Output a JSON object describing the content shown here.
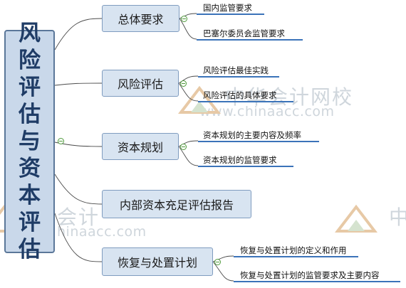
{
  "mindmap": {
    "root": {
      "label": "风险评估与资本评估"
    },
    "branches": [
      {
        "label": "总体要求",
        "children": [
          "国内监管要求",
          "巴塞尔委员会监管要求"
        ]
      },
      {
        "label": "风险评估",
        "children": [
          "风险评估最佳实践",
          "风险评估的具体要求"
        ]
      },
      {
        "label": "资本规划",
        "children": [
          "资本规划的主要内容及频率",
          "资本规划的监管要求"
        ]
      },
      {
        "label": "内部资本充足评估报告",
        "children": []
      },
      {
        "label": "恢复与处置计划",
        "children": [
          "恢复与处置计划的定义和作用",
          "恢复与处置计划的监管要求及主要内容"
        ]
      }
    ]
  },
  "watermarks": {
    "brand_cn": "中华会计网校",
    "brand_url": "www.chinaacc.com",
    "brand_cn_partial": "会计",
    "brand_url_partial": "hinaacc.com",
    "brand_cn_edge": "中"
  },
  "colors": {
    "connector": "#4a4a4a",
    "leaf_underline": "#3b73b9",
    "collapse_toggle": "#4f9a3b",
    "root_fill": "#c9d8ea",
    "branch_fill": "#d8e4f1"
  }
}
